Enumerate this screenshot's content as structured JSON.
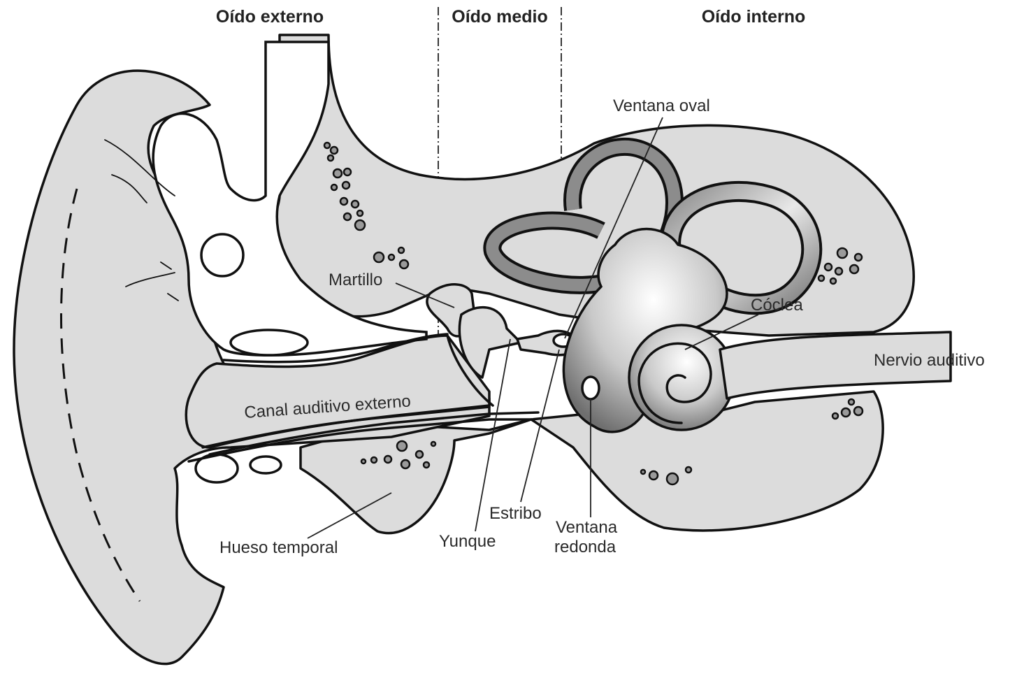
{
  "sections": {
    "outer": "Oído externo",
    "middle": "Oído medio",
    "inner": "Oído interno"
  },
  "labels": {
    "martillo": "Martillo",
    "ventana_oval": "Ventana oval",
    "coclea": "Cóclea",
    "nervio": "Nervio auditivo",
    "canal": "Canal auditivo externo",
    "hueso": "Hueso temporal",
    "yunque": "Yunque",
    "estribo": "Estribo",
    "ventana_redonda_1": "Ventana",
    "ventana_redonda_2": "redonda"
  },
  "colors": {
    "fill": "#dcdcdc",
    "outline": "#111111",
    "cochlea_dark": "#7a7a7a",
    "cochlea_light": "#ffffff"
  }
}
